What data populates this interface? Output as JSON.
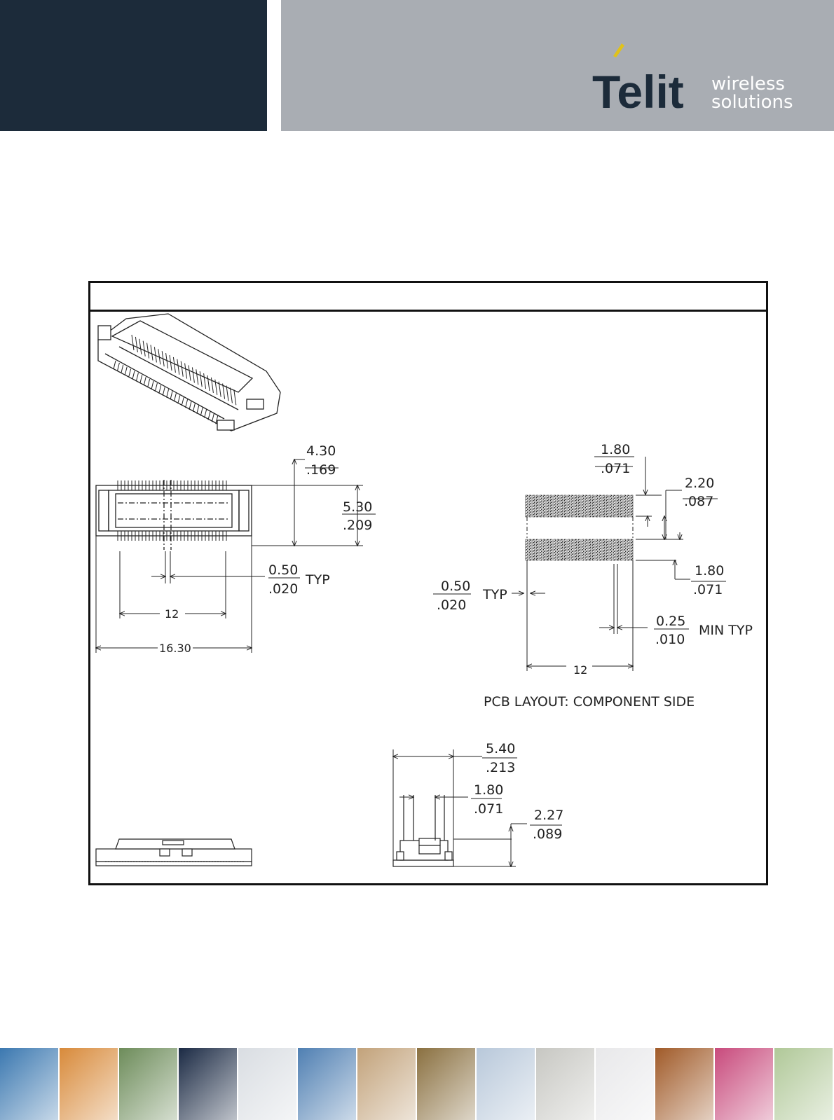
{
  "header": {
    "brand": "Telit",
    "tagline_line1": "wireless",
    "tagline_line2": "solutions",
    "colors": {
      "dark_block": "#1c2b3a",
      "grey_block": "#a9adb3",
      "brand_navy": "#1c2b3a",
      "brand_accent": "#e0c21a"
    }
  },
  "drawing": {
    "top_view": {
      "height_mm": "4.30",
      "height_in": ".169",
      "width_mm": "5.30",
      "width_in": ".209",
      "pitch_mm": "0.50",
      "pitch_in": ".020",
      "pitch_suffix": "TYP",
      "inner_span": "12",
      "overall_length": "16.30"
    },
    "pcb_layout": {
      "row_gap_mm": "1.80",
      "row_gap_in": ".071",
      "pad_span_mm": "2.20",
      "pad_span_in": ".087",
      "pad_len_mm": "1.80",
      "pad_len_in": ".071",
      "pitch_mm": "0.50",
      "pitch_in": ".020",
      "pitch_suffix": "TYP",
      "pad_width_mm": "0.25",
      "pad_width_in": ".010",
      "pad_width_suffix": "MIN TYP",
      "span": "12",
      "caption": "PCB  LAYOUT: COMPONENT  SIDE"
    },
    "side_view": {
      "depth_mm": "5.40",
      "depth_in": ".213",
      "post_mm": "1.80",
      "post_in": ".071",
      "height_mm": "2.27",
      "height_in": ".089"
    }
  },
  "footer": {
    "photos": [
      "highway-photo",
      "phone-booth-photo",
      "containers-photo",
      "clock-display-photo",
      "keyboard-photo",
      "cyclist-photo",
      "card-reader-photo",
      "vending-machine-photo",
      "wind-turbines-photo",
      "power-meter-photo",
      "chart-photo",
      "train-station-photo",
      "printing-photo",
      "security-camera-photo"
    ],
    "photo_colors": [
      "#3b78b0",
      "#d88a3a",
      "#6d8c5a",
      "#1b2a44",
      "#d9dde2",
      "#4f7fb2",
      "#c2a27a",
      "#8a7040",
      "#b8c8da",
      "#c7c7c2",
      "#e8e8ea",
      "#a05a28",
      "#c84a7c",
      "#b0c898"
    ]
  }
}
